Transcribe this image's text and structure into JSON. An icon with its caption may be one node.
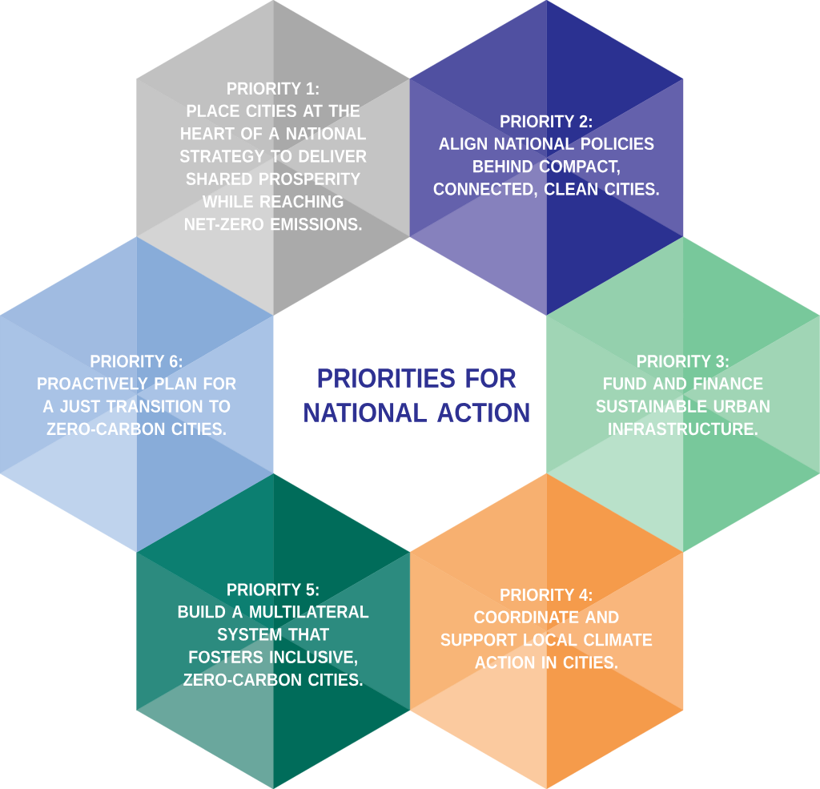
{
  "diagram": {
    "title": "PRIORITIES FOR NATIONAL ACTION",
    "nodes": [
      {
        "text": [
          "PRIORITY 1:",
          "PLACE CITIES AT THE HEART OF A NATIONAL STRATEGY TO DELIVER SHARED PROSPERITY WHILE REACHING NET-ZERO EMISSIONS."
        ]
      },
      {
        "text": [
          "PRIORITY 2:",
          "ALIGN NATIONAL POLICIES BEHIND COMPACT, CONNECTED, CLEAN CITIES."
        ]
      },
      {
        "text": [
          "PRIORITY 3:",
          "FUND AND FINANCE SUSTAINABLE URBAN INFRASTRUCTURE."
        ]
      },
      {
        "text": [
          "PRIORITY 4:",
          "COORDINATE AND SUPPORT LOCAL CLIMATE ACTION IN CITIES."
        ]
      },
      {
        "text": [
          "PRIORITY 5:",
          "BUILD A MULTILATERAL SYSTEM THAT FOSTERS INCLUSIVE, ZERO-CARBON CITIES."
        ]
      },
      {
        "text": [
          "PRIORITY 6:",
          "PROACTIVELY PLAN FOR A JUST TRANSITION TO ZERO-CARBON CITIES."
        ]
      }
    ]
  }
}
